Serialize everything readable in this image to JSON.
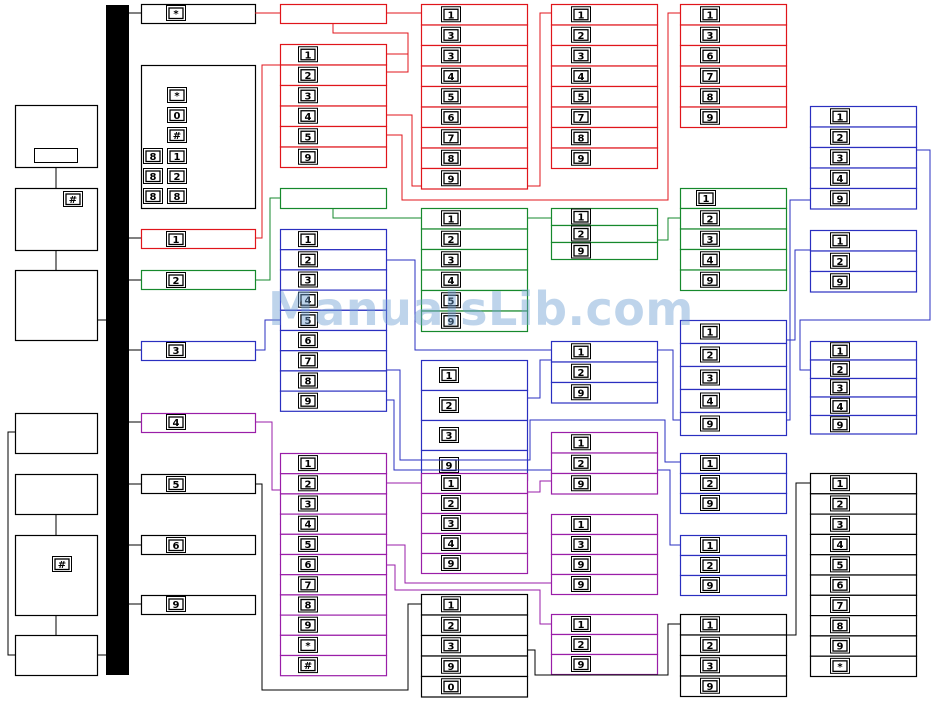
{
  "watermark": "ManualsLib.com",
  "colors": {
    "black": "#000000",
    "red": "#e0151b",
    "green": "#16892c",
    "blue": "#2a2fc0",
    "purple": "#9a1ea8"
  },
  "key_icons": {
    "1": "1",
    "2": "2",
    "3": "3",
    "4": "4",
    "5": "5",
    "6": "6",
    "7": "7",
    "8": "8",
    "9": "9",
    "0": "0",
    "star": "*",
    "hash": "#"
  }
}
